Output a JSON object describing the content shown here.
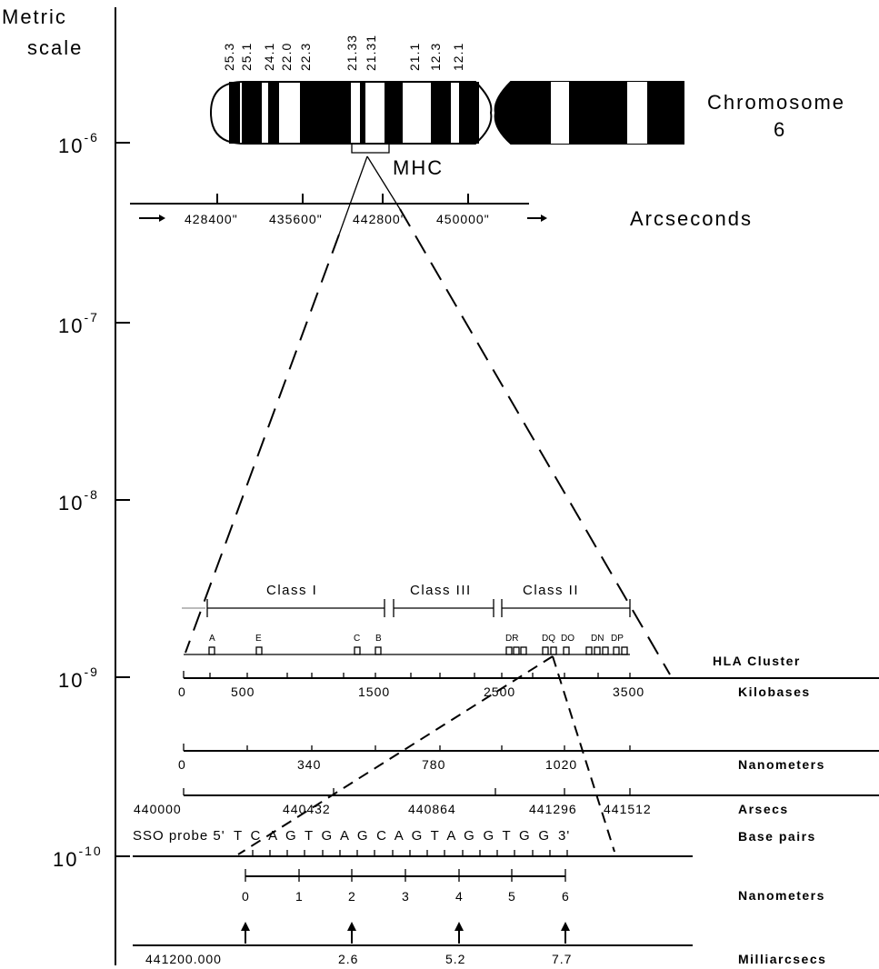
{
  "metric_scale": {
    "title_line1": "Metric",
    "title_line2": "scale",
    "labels": [
      {
        "base": "10",
        "exp": "-6"
      },
      {
        "base": "10",
        "exp": "-7"
      },
      {
        "base": "10",
        "exp": "-8"
      },
      {
        "base": "10",
        "exp": "-9"
      },
      {
        "base": "10",
        "exp": "-10"
      }
    ]
  },
  "chromosome": {
    "label_line1": "Chromosome",
    "label_line2": "6",
    "bands": [
      "25.3",
      "25.1",
      "24.1",
      "22.0",
      "22.3",
      "21.33",
      "21.31",
      "21.1",
      "12.3",
      "12.1"
    ],
    "region_label": "MHC"
  },
  "arcseconds_axis": {
    "ticks": [
      "428400\"",
      "435600\"",
      "442800\"",
      "450000\""
    ],
    "label": "Arcseconds"
  },
  "hla": {
    "classes": [
      "Class I",
      "Class III",
      "Class II"
    ],
    "genes": [
      "A",
      "E",
      "C",
      "B",
      "DR",
      "DQ",
      "DO",
      "DN",
      "DP"
    ],
    "cluster_label": "HLA Cluster"
  },
  "kilobases_axis": {
    "ticks": [
      "0",
      "500",
      "1500",
      "2500",
      "3500"
    ],
    "label": "Kilobases"
  },
  "nanometers_axis_1": {
    "ticks": [
      "0",
      "340",
      "780",
      "1020"
    ],
    "label": "Nanometers"
  },
  "arcsecs_axis": {
    "ticks": [
      "440000",
      "440432",
      "440864",
      "441296",
      "441512"
    ],
    "label": "Arsecs"
  },
  "probe": {
    "prefix": "SSO probe 5'",
    "sequence": "TCAGTGAGCAGTAGGTGG",
    "suffix": "3'",
    "label": "Base pairs"
  },
  "nanometers_axis_2": {
    "ticks": [
      "0",
      "1",
      "2",
      "3",
      "4",
      "5",
      "6"
    ],
    "label": "Nanometers"
  },
  "milliarcsecs_axis": {
    "ticks": [
      "441200.000",
      "2.6",
      "5.2",
      "7.7"
    ],
    "label": "Milliarcsecs"
  }
}
